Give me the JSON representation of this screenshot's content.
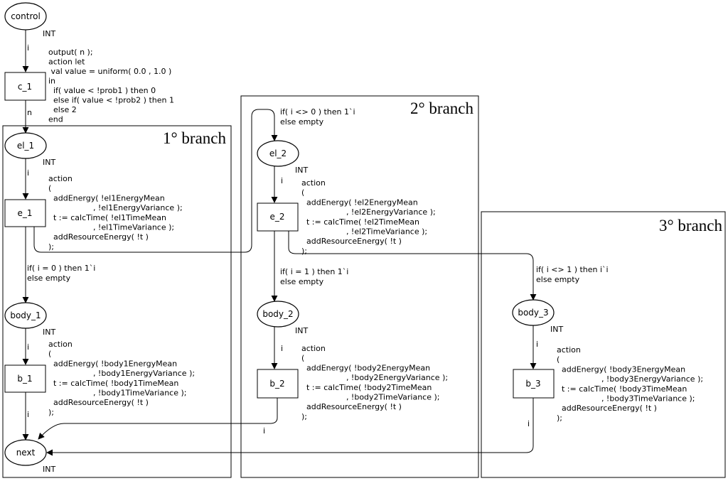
{
  "branches": [
    {
      "title": "1° branch"
    },
    {
      "title": "2° branch"
    },
    {
      "title": "3° branch"
    }
  ],
  "places": {
    "control": {
      "name": "control",
      "type": "INT"
    },
    "el_1": {
      "name": "el_1",
      "type": "INT"
    },
    "body_1": {
      "name": "body_1",
      "type": "INT"
    },
    "next": {
      "name": "next",
      "type": "INT"
    },
    "el_2": {
      "name": "el_2",
      "type": "INT"
    },
    "body_2": {
      "name": "body_2",
      "type": "INT"
    },
    "body_3": {
      "name": "body_3",
      "type": "INT"
    }
  },
  "transitions": {
    "c_1": {
      "name": "c_1"
    },
    "e_1": {
      "name": "e_1"
    },
    "b_1": {
      "name": "b_1"
    },
    "e_2": {
      "name": "e_2"
    },
    "b_2": {
      "name": "b_2"
    },
    "b_3": {
      "name": "b_3"
    }
  },
  "arcs": {
    "control_c1": "i",
    "c1_el1": "n",
    "el1_e1": "i",
    "e1_body1": [
      "if( i = 0 ) then 1`i",
      "else empty"
    ],
    "body1_b1": "i",
    "b1_next": "i",
    "e1_el2": [
      "if( i <> 0 ) then 1`i",
      "else empty"
    ],
    "el2_e2": "i",
    "e2_body2": [
      "if( i = 1 ) then 1`i",
      "else empty"
    ],
    "body2_b2": "i",
    "b2_next": "i",
    "e2_body3": [
      "if( i <> 1 ) then i`i",
      "else empty"
    ],
    "body3_b3": "i",
    "b3_next": "i"
  },
  "code": {
    "c_1": [
      "output( n );",
      "action let",
      " val value = uniform( 0.0 , 1.0 )",
      "in",
      "  if( value < !prob1 ) then 0",
      "  else if( value < !prob2 ) then 1",
      "  else 2",
      "end"
    ],
    "e_1": [
      "action",
      "(",
      "  addEnergy( !el1EnergyMean",
      "                  , !el1EnergyVariance );",
      "  t := calcTime( !el1TimeMean",
      "                  , !el1TimeVariance );",
      "  addResourceEnergy( !t )",
      ");"
    ],
    "b_1": [
      "action",
      "(",
      "  addEnergy( !body1EnergyMean",
      "                  , !body1EnergyVariance );",
      "  t := calcTime( !body1TimeMean",
      "                  , !body1TimeVariance );",
      "  addResourceEnergy( !t )",
      ");"
    ],
    "e_2": [
      "action",
      "(",
      "  addEnergy( !el2EnergyMean",
      "                  , !el2EnergyVariance );",
      "  t := calcTime( !el2TimeMean",
      "                  , !el2TimeVariance );",
      "  addResourceEnergy( !t )",
      ");"
    ],
    "b_2": [
      "action",
      "(",
      "  addEnergy( !body2EnergyMean",
      "                  , !body2EnergyVariance );",
      "  t := calcTime( !body2TimeMean",
      "                  , !body2TimeVariance );",
      "  addResourceEnergy( !t )",
      ");"
    ],
    "b_3": [
      "action",
      "(",
      "  addEnergy( !body3EnergyMean",
      "                  , !body3EnergyVariance );",
      "  t := calcTime( !body3TimeMean",
      "                  , !body3TimeVariance );",
      "  addResourceEnergy( !t )",
      ");"
    ]
  }
}
